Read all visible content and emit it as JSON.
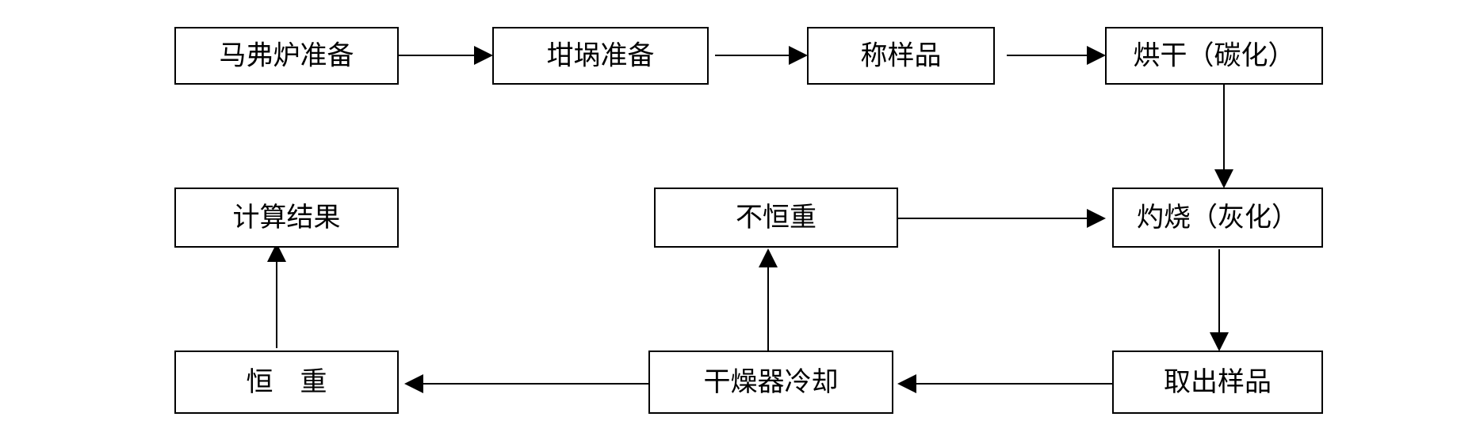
{
  "diagram": {
    "nodes": [
      {
        "id": "muffle-furnace-prep",
        "label": "马弗炉准备"
      },
      {
        "id": "crucible-prep",
        "label": "坩埚准备"
      },
      {
        "id": "weigh-sample",
        "label": "称样品"
      },
      {
        "id": "dry-carbonize",
        "label": "烘干（碳化）"
      },
      {
        "id": "burn-ash",
        "label": "灼烧（灰化）"
      },
      {
        "id": "not-constant-weight",
        "label": "不恒重"
      },
      {
        "id": "calculate-result",
        "label": "计算结果"
      },
      {
        "id": "take-out-sample",
        "label": "取出样品"
      },
      {
        "id": "desiccator-cool",
        "label": "干燥器冷却"
      },
      {
        "id": "constant-weight",
        "label": "恒　重"
      }
    ],
    "edges": [
      {
        "from": "muffle-furnace-prep",
        "to": "crucible-prep"
      },
      {
        "from": "crucible-prep",
        "to": "weigh-sample"
      },
      {
        "from": "weigh-sample",
        "to": "dry-carbonize"
      },
      {
        "from": "dry-carbonize",
        "to": "burn-ash"
      },
      {
        "from": "not-constant-weight",
        "to": "burn-ash"
      },
      {
        "from": "burn-ash",
        "to": "take-out-sample"
      },
      {
        "from": "take-out-sample",
        "to": "desiccator-cool"
      },
      {
        "from": "desiccator-cool",
        "to": "not-constant-weight"
      },
      {
        "from": "desiccator-cool",
        "to": "constant-weight"
      },
      {
        "from": "constant-weight",
        "to": "calculate-result"
      }
    ]
  }
}
